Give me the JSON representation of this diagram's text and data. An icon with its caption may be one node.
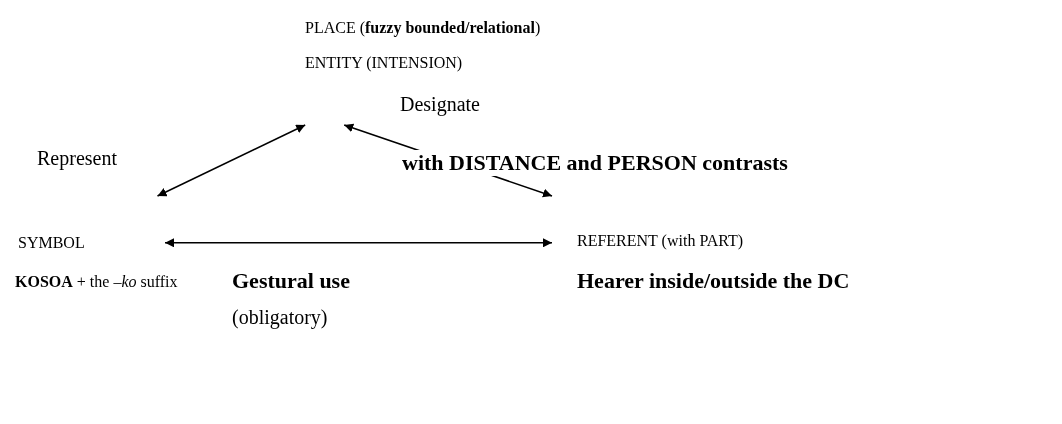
{
  "diagram": {
    "nodes": [
      {
        "text": [
          "PLACE (**fuzzy bounded/relational**)",
          "ENTITY (INTENSION)"
        ]
      },
      {
        "text": [
          "SYMBOL"
        ]
      },
      {
        "text": [
          "REFERENT (with PART)"
        ]
      }
    ],
    "edges": [
      {
        "from": 0,
        "to": 1,
        "arrow": "both",
        "label": "Represent"
      },
      {
        "from": 0,
        "to": 2,
        "arrow": "both",
        "label": "Designate"
      },
      {
        "from": 1,
        "to": 2,
        "arrow": "both"
      }
    ],
    "labels": [
      "with DISTANCE and PERSON contrasts",
      "**KOSOA** + the *–ko* suffix",
      "Gestural use",
      "(obligatory)",
      "Hearer inside/outside the DC"
    ]
  }
}
